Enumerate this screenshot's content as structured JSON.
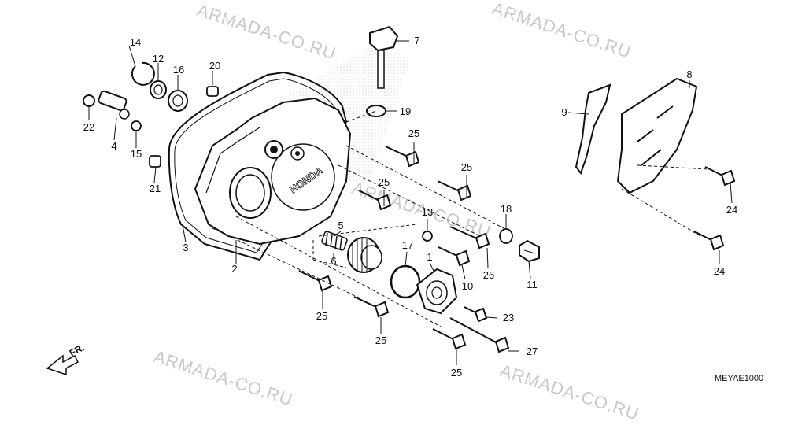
{
  "watermark": "ARMADA-CO.RU",
  "diagram_code": "MEYAE1000",
  "direction_label": "FR.",
  "brand_text": "HONDA",
  "callouts": {
    "c1": "1",
    "c2": "2",
    "c3": "3",
    "c4": "4",
    "c5": "5",
    "c6": "6",
    "c7": "7",
    "c8": "8",
    "c9": "9",
    "c10": "10",
    "c11": "11",
    "c12": "12",
    "c13": "13",
    "c14": "14",
    "c15": "15",
    "c16": "16",
    "c17": "17",
    "c18": "18",
    "c19": "19",
    "c20": "20",
    "c21": "21",
    "c22": "22",
    "c23": "23",
    "c24a": "24",
    "c24b": "24",
    "c25a": "25",
    "c25b": "25",
    "c25c": "25",
    "c25d": "25",
    "c25e": "25",
    "c25f": "25",
    "c26": "26",
    "c27": "27"
  }
}
